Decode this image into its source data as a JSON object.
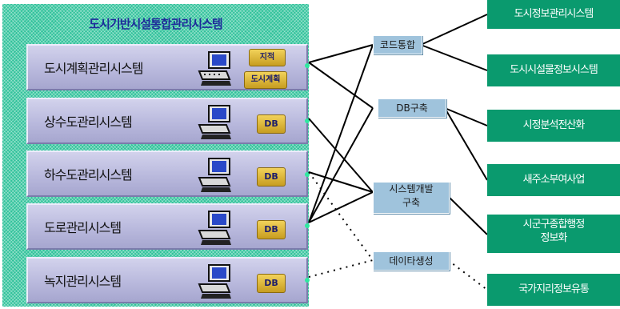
{
  "panel": {
    "title": "도시기반시설통합관리시스템",
    "systems": [
      {
        "label": "도시계획관리시스템",
        "db": [
          "지적",
          "도시계획"
        ]
      },
      {
        "label": "상수도관리시스템",
        "db": [
          "DB"
        ]
      },
      {
        "label": "하수도관리시스템",
        "db": [
          "DB"
        ]
      },
      {
        "label": "도로관리시스템",
        "db": [
          "DB"
        ]
      },
      {
        "label": "녹지관리시스템",
        "db": [
          "DB"
        ]
      }
    ]
  },
  "middle": {
    "code_unify": "코드통합",
    "db_build": "DB구축",
    "system_build": [
      "시스템개발",
      "구축"
    ],
    "data_gen": "데이타생성"
  },
  "outputs": [
    "도시정보관리시스템",
    "도시시설물정보시스템",
    "시정분석전산화",
    "새주소부여사업",
    [
      "시군구종합행정",
      "정보화"
    ],
    "국가지리정보유통"
  ]
}
